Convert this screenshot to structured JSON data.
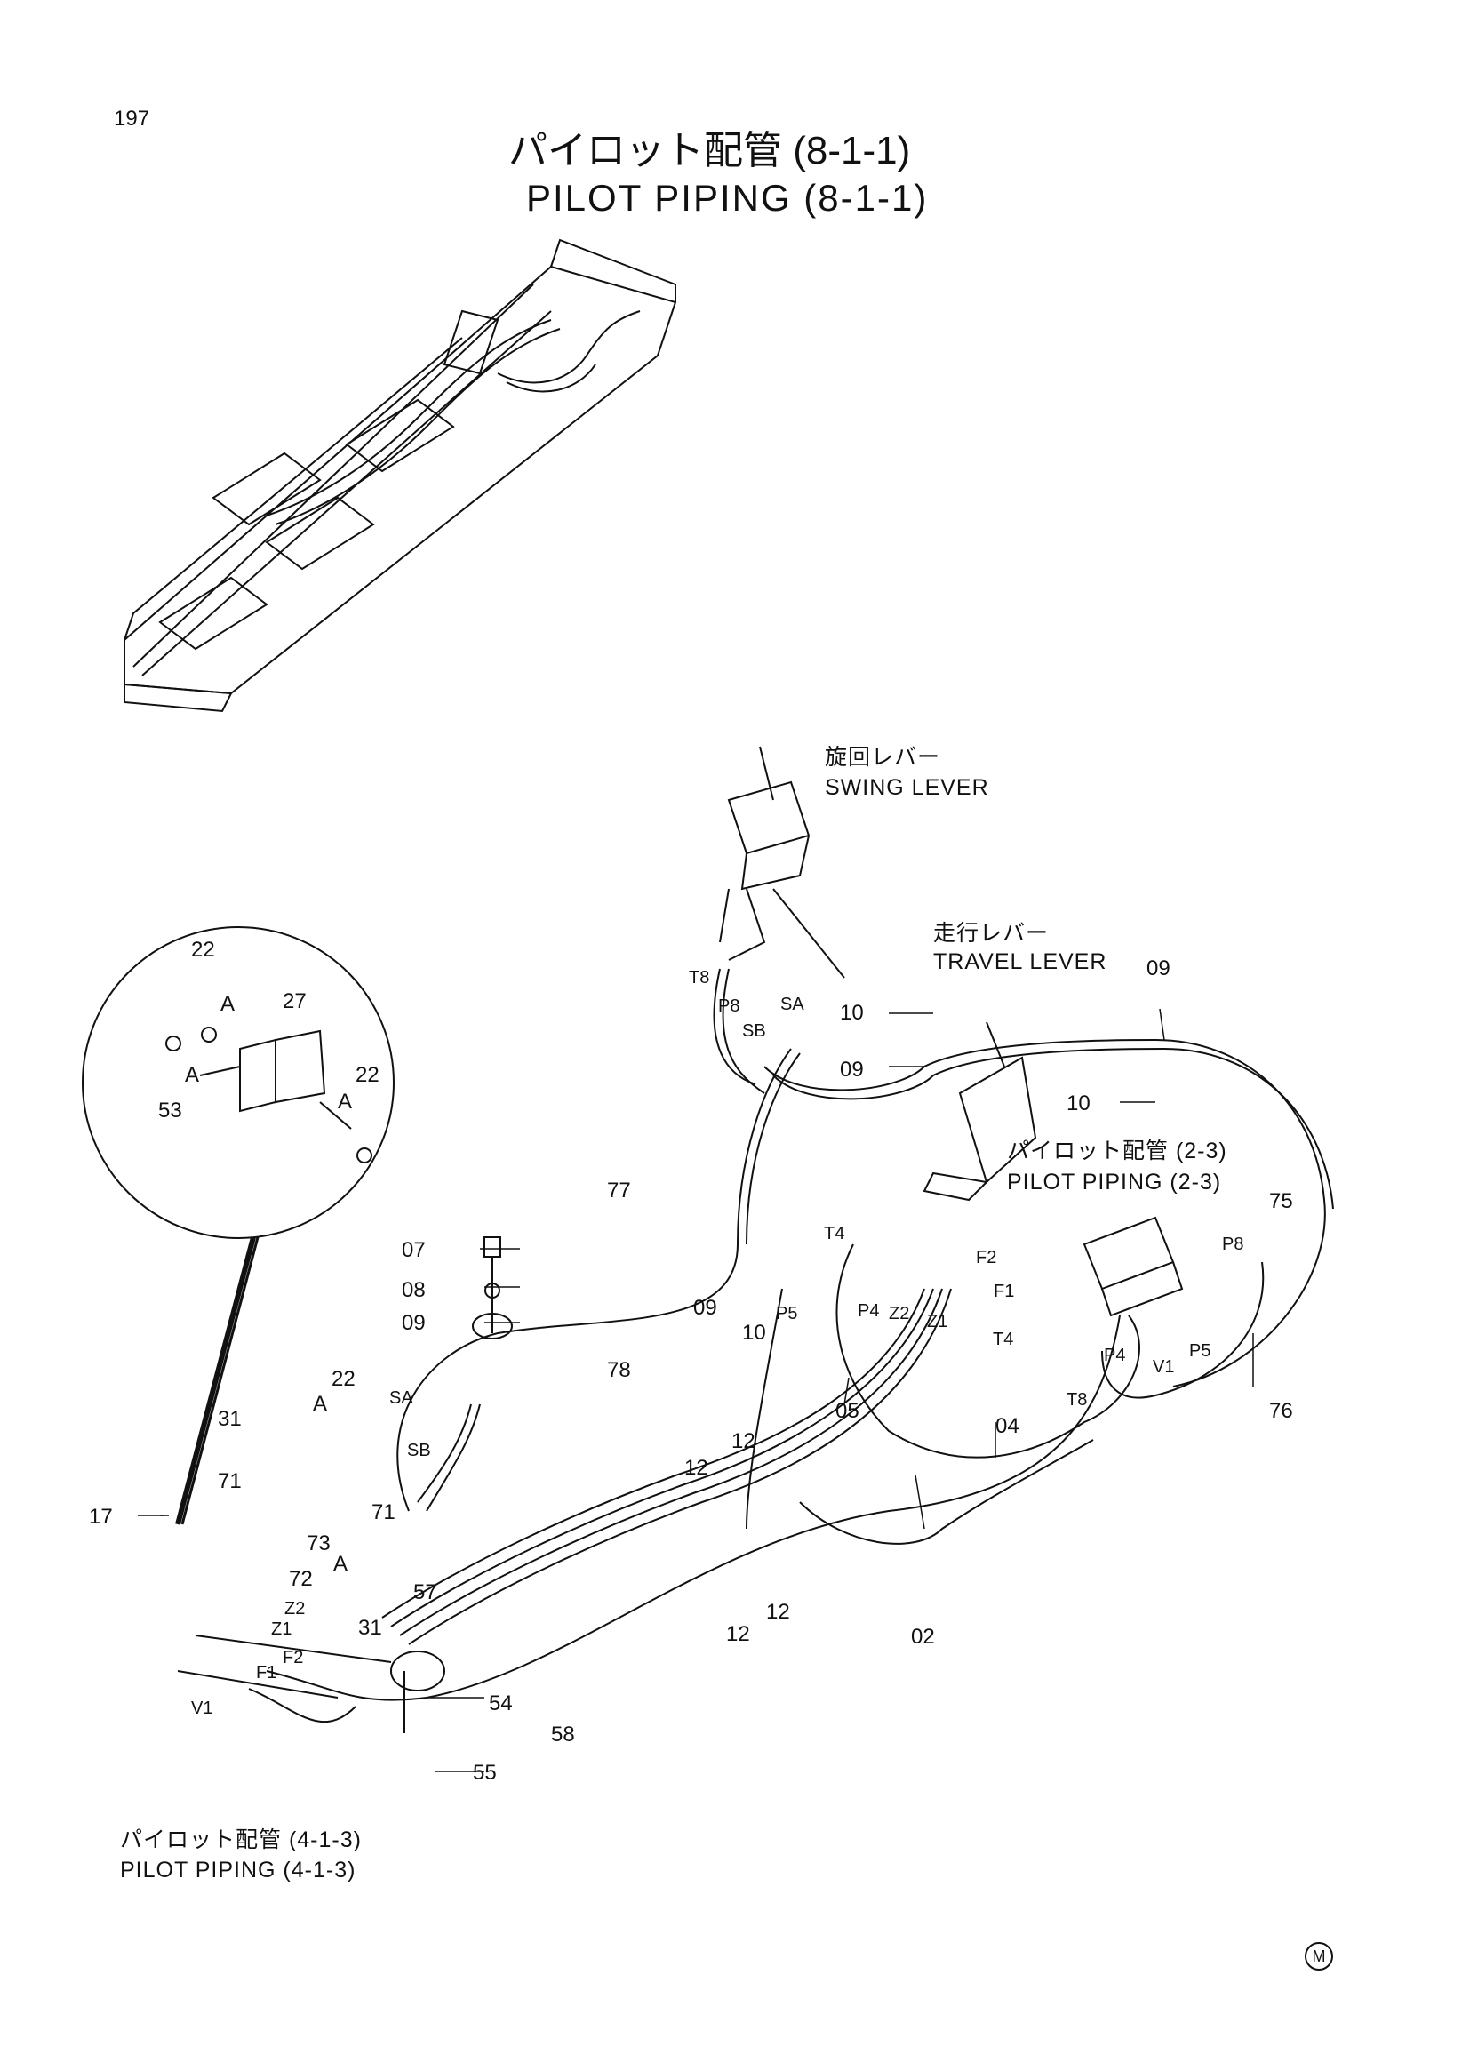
{
  "page_number": "197",
  "title_jp": "パイロット配管 (8-1-1)",
  "title_en": "PILOT PIPING (8-1-1)",
  "notes": {
    "swing_lever_jp": "旋回レバー",
    "swing_lever_en": "SWING LEVER",
    "travel_lever_jp": "走行レバー",
    "travel_lever_en": "TRAVEL LEVER",
    "pilot_piping_23_jp": "パイロット配管 (2-3)",
    "pilot_piping_23_en": "PILOT PIPING (2-3)",
    "pilot_piping_413_jp": "パイロット配管 (4-1-3)",
    "pilot_piping_413_en": "PILOT PIPING (4-1-3)"
  },
  "callouts": [
    "22",
    "27",
    "A",
    "A",
    "22",
    "53",
    "A",
    "77",
    "07",
    "08",
    "09",
    "78",
    "09",
    "10",
    "10",
    "09",
    "10",
    "09",
    "75",
    "76",
    "05",
    "04",
    "02",
    "12",
    "12",
    "12",
    "12",
    "31",
    "22",
    "A",
    "71",
    "71",
    "73",
    "72",
    "A",
    "31",
    "17",
    "57",
    "54",
    "58",
    "55"
  ],
  "port_labels": [
    "T8",
    "P8",
    "SB",
    "SA",
    "T4",
    "P4",
    "Z2",
    "Z1",
    "F2",
    "F1",
    "T4",
    "P5",
    "P8",
    "T8",
    "P4",
    "V1",
    "P5",
    "SA",
    "SB",
    "Z2",
    "Z1",
    "F2",
    "F1",
    "V1"
  ],
  "corner_mark": "M"
}
